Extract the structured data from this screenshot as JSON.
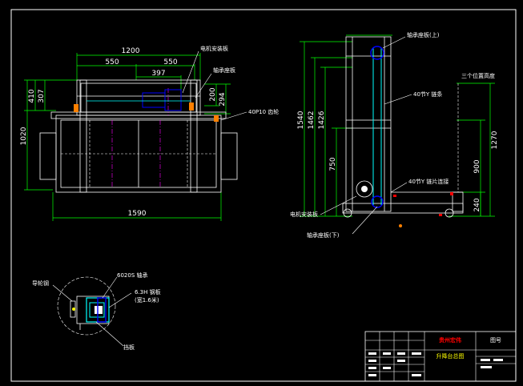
{
  "front_view": {
    "dimensions": {
      "overall_width": "1200",
      "left_span": "550",
      "right_span": "550",
      "motor_span": "397",
      "height_410": "410",
      "height_307": "307",
      "height_1020": "1020",
      "height_200": "200",
      "height_294": "294",
      "base_width": "1590"
    },
    "notes": {
      "motor_mount_plate": "电机安装板",
      "bearing_seat_plate": "轴承座板",
      "sprocket": "40P10 齿轮"
    }
  },
  "side_view": {
    "dimensions": {
      "h_1540": "1540",
      "h_1462": "1462",
      "h_1426": "1426",
      "h_750": "750",
      "h_1270": "1270",
      "h_900": "900",
      "h_240": "240"
    },
    "notes": {
      "bearing_seat_upper": "轴承座板(上)",
      "chain": "40节Y 链条",
      "three_position_heights": "三个位置高度",
      "chain_connector": "40节Y 链片连接",
      "motor_mount_plate": "电机安装板",
      "bearing_seat_lower": "轴承座板(下)"
    }
  },
  "detail_view": {
    "notes": {
      "guide_wheel_plate": "导轮钢",
      "bearing": "6020S 轴承",
      "steel_plate": "6.3H 钢板",
      "steel_plate_sub": "(宽1.6米)",
      "bracket": "挡板"
    }
  },
  "title_block": {
    "company": "贵州宏伟",
    "drawing_name": "升降台总图",
    "sheet_label": "图号"
  },
  "colors": {
    "background": "#000000",
    "outline": "#ffffff",
    "dimension": "#00ff00",
    "centerline": "#ff00ff",
    "chain": "#00ffff",
    "part_blue": "#0000ff",
    "title_accent": "#ff0000",
    "title_text": "#ffff00"
  }
}
